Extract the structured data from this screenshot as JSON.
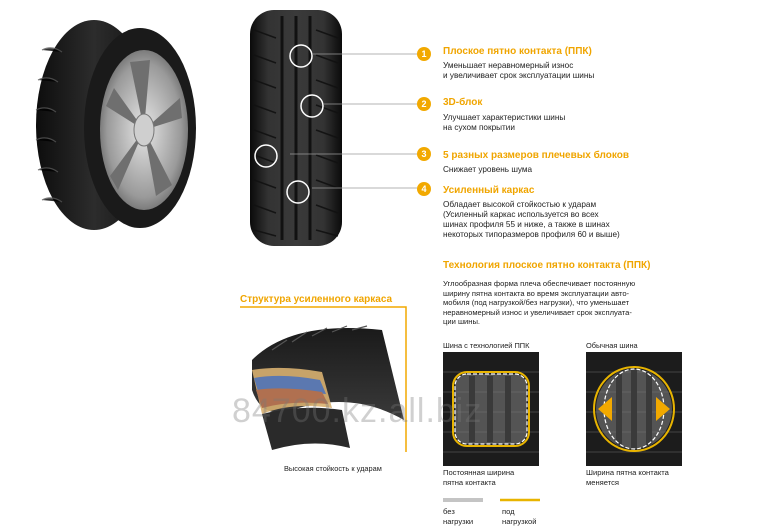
{
  "features": [
    {
      "num": "1",
      "title": "Плоское пятно контакта (ППК)",
      "desc": [
        "Уменьшает неравномерный износ",
        "и увеличивает срок эксплуатации шины"
      ]
    },
    {
      "num": "2",
      "title": "3D-блок",
      "desc": [
        "Улучшает характеристики шины",
        "на сухом покрытии"
      ]
    },
    {
      "num": "3",
      "title": "5 разных размеров плечевых блоков",
      "desc": [
        "Снижает уровень шума"
      ]
    },
    {
      "num": "4",
      "title": "Усиленный каркас",
      "desc": [
        "Обладает высокой стойкостью к ударам",
        "(Усиленный каркас используется во всех",
        "шинах профиля 55 и ниже, а также в шинах",
        "некоторых типоразмеров профиля 60 и выше)"
      ]
    }
  ],
  "ppk_section": {
    "title": "Технология плоское пятно контакта  (ППК)",
    "desc": [
      "Углообразная форма плеча обеспечивает постоянную",
      "ширину пятна контакта во время эксплуатации авто-",
      "мобиля (под нагрузкой/без нагрузки), что уменьшает",
      "неравномерный износ и увеличивает срок эксплуата-",
      "ции шины."
    ],
    "left_header": "Шина с технологией ППК",
    "right_header": "Обычная шина",
    "left_caption": [
      "Постоянная ширина",
      "пятна контакта"
    ],
    "right_caption": [
      "Ширина пятна контакта",
      "меняется"
    ],
    "legend": {
      "no_load": [
        "без",
        "нагрузки"
      ],
      "load": [
        "под",
        "нагрузкой"
      ]
    }
  },
  "carcass": {
    "title": "Структура усиленного каркаса",
    "caption": "Высокая стойкость к ударам"
  },
  "watermark": "84700.kz.all.biz",
  "colors": {
    "accent": "#f2a900",
    "title": "#f0a500"
  }
}
